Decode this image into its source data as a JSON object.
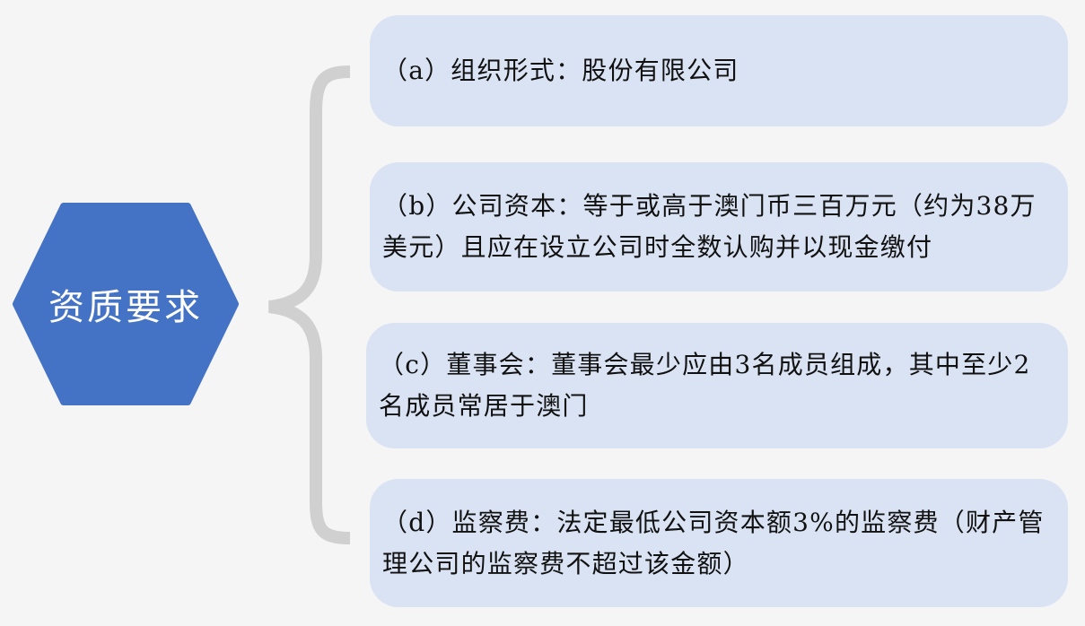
{
  "center": {
    "label": "资质要求",
    "color": "#4472c4"
  },
  "brace": {
    "color": "#d0d0d0"
  },
  "items": [
    {
      "text": "（a）组织形式：股份有限公司"
    },
    {
      "text": "（b）公司资本：等于或高于澳门币三百万元（约为38万美元）且应在设立公司时全数认购并以现金缴付"
    },
    {
      "text": "（c）董事会：董事会最少应由3名成员组成，其中至少2名成员常居于澳门"
    },
    {
      "text": "（d）监察费：法定最低公司资本额3%的监察费（财产管理公司的监察费不超过该金额）"
    }
  ],
  "item_background": "#dae3f3"
}
